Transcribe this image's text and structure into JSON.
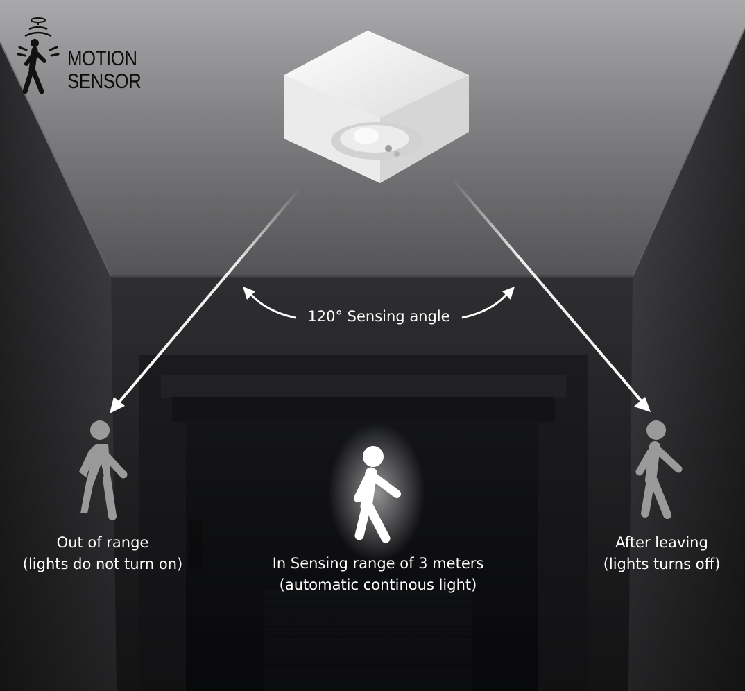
{
  "logo": {
    "line1": "MOTION",
    "line2": "SENSOR",
    "icon": "motion-sensor-person-icon"
  },
  "angle_label": "120° Sensing angle",
  "captions": {
    "left": {
      "line1": "Out of range",
      "line2": "(lights do not turn on)"
    },
    "center": {
      "line1": "In Sensing range of 3 meters",
      "line2": "(automatic continous light)"
    },
    "right": {
      "line1": "After leaving",
      "line2": "(lights turns off)"
    }
  },
  "colors": {
    "ceiling": "#9a9a9c",
    "wall": "#3a3a3d",
    "sensor": "#f2f2f2",
    "figure_active": "#ffffff",
    "figure_inactive": "#9a9a9a",
    "text": "#ffffff"
  }
}
